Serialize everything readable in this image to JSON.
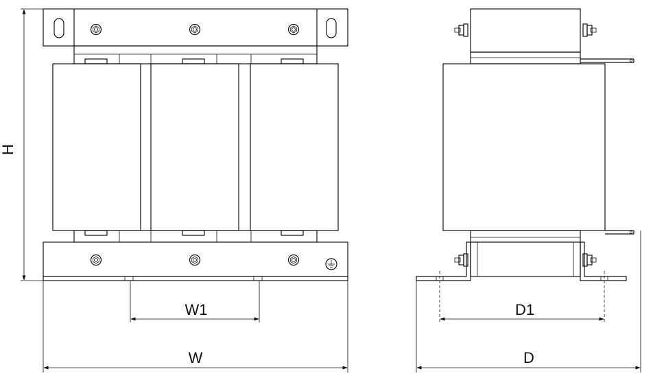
{
  "dimensions": {
    "height_label": "H",
    "width_label": "W",
    "mount_width_label": "W1",
    "depth_label": "D",
    "mount_depth_label": "D1"
  },
  "views": {
    "front": {
      "coils": 3,
      "top_bolts": 3,
      "bottom_bolts": 3,
      "ground_symbol": "ground-icon"
    },
    "side": {
      "terminal_studs": 4
    }
  },
  "colors": {
    "line": "#111111",
    "background": "#ffffff"
  }
}
